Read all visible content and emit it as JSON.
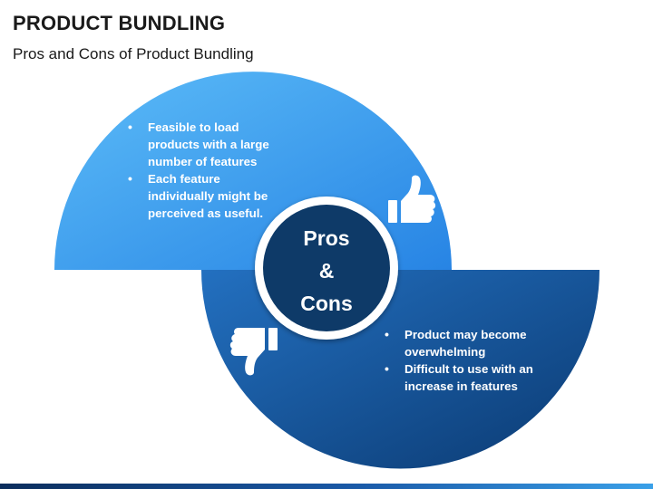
{
  "title": "PRODUCT BUNDLING",
  "subtitle": "Pros and Cons of Product Bundling",
  "center": {
    "line1": "Pros",
    "line2": "&",
    "line3": "Cons"
  },
  "pros": {
    "items": [
      "Feasible to load products with a large number of features",
      "Each feature individually might be perceived as useful."
    ],
    "icon": "thumbs-up-icon"
  },
  "cons": {
    "items": [
      "Product may become overwhelming",
      "Difficult to use with an increase in features"
    ],
    "icon": "thumbs-down-icon"
  },
  "colors": {
    "pros_light": "#4fb3f6",
    "pros_dark": "#2786e6",
    "cons_light": "#1f68b5",
    "cons_dark": "#0d3f78",
    "center": "#0e3a68",
    "ring": "#ffffff"
  }
}
